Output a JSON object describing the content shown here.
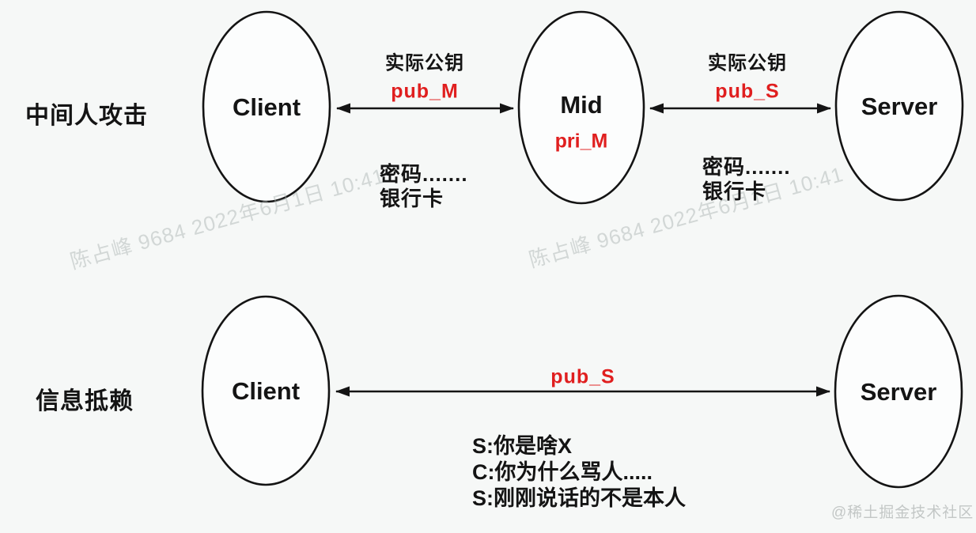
{
  "palette": {
    "background": "#f6f8f7",
    "ink": "#141414",
    "red": "#e01f1f",
    "watermark_gray": "#a6afad"
  },
  "sections": [
    {
      "label": "中间人攻击",
      "nodes": [
        {
          "label": "Client"
        },
        {
          "label": "Mid",
          "private_key": "pri_M"
        },
        {
          "label": "Server"
        }
      ],
      "links": [
        {
          "caption": "实际公钥",
          "key": "pub_M",
          "note": "密码.......\n银行卡"
        },
        {
          "caption": "实际公钥",
          "key": "pub_S",
          "note": "密码.......\n银行卡"
        }
      ]
    },
    {
      "label": "信息抵赖",
      "nodes": [
        {
          "label": "Client"
        },
        {
          "label": "Server"
        }
      ],
      "links": [
        {
          "key": "pub_S"
        }
      ],
      "dialog": [
        "S:你是啥X",
        "C:你为什么骂人.....",
        "S:刚刚说话的不是本人"
      ]
    }
  ],
  "watermarks": {
    "author_stamp": "陈占峰 9684 2022年6月1日 10:41",
    "community": "@稀土掘金技术社区"
  }
}
